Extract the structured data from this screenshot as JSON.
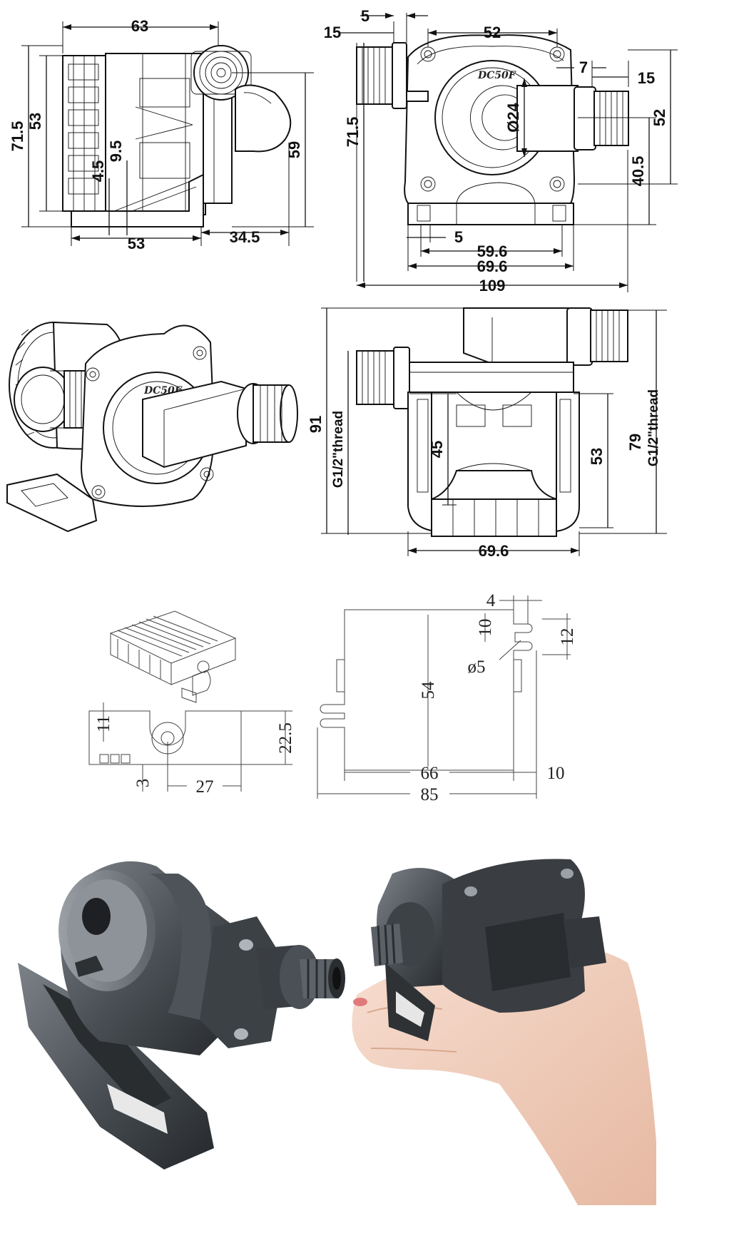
{
  "side_view": {
    "dims": {
      "width_top": "63",
      "height_total": "71.5",
      "height_body": "53",
      "offset_a": "4.5",
      "offset_b": "9.5",
      "height_port": "59",
      "base": "53",
      "depth": "34.5"
    }
  },
  "front_view": {
    "dims": {
      "inlet_len": "15",
      "inlet_step": "5",
      "bolt_span": "52",
      "outlet_off": "7",
      "outlet_len": "15",
      "height_total": "71.5",
      "port_dia": "Ø24",
      "height_right": "52",
      "outlet_height": "40.5",
      "foot_gap": "5",
      "foot_inner": "59.6",
      "foot_outer": "69.6",
      "total_width": "109"
    },
    "logo": "DC50F"
  },
  "iso_view": {
    "logo": "DC50F"
  },
  "top_view": {
    "dims": {
      "height_total": "91",
      "thread_left": "G1/2\"thread",
      "port_spacing": "45",
      "body_height": "53",
      "height_right": "79",
      "thread_right": "G1/2\"thread",
      "width": "69.6"
    }
  },
  "bracket_side": {
    "dims": {
      "height_upper": "11",
      "height_total": "22.5",
      "offset": "3",
      "hole_pos": "27"
    }
  },
  "bracket_top": {
    "dims": {
      "slot_w": "4",
      "slot_off": "10",
      "slot_h": "12",
      "hole_dia": "ø5",
      "height": "54",
      "length": "66",
      "slot_len": "10",
      "total": "85"
    }
  },
  "colors": {
    "line": "#111111",
    "pump_dark": "#3a3e42",
    "pump_mid": "#5a6066",
    "pump_light": "#8a9096",
    "skin": "#f2d2bf"
  }
}
